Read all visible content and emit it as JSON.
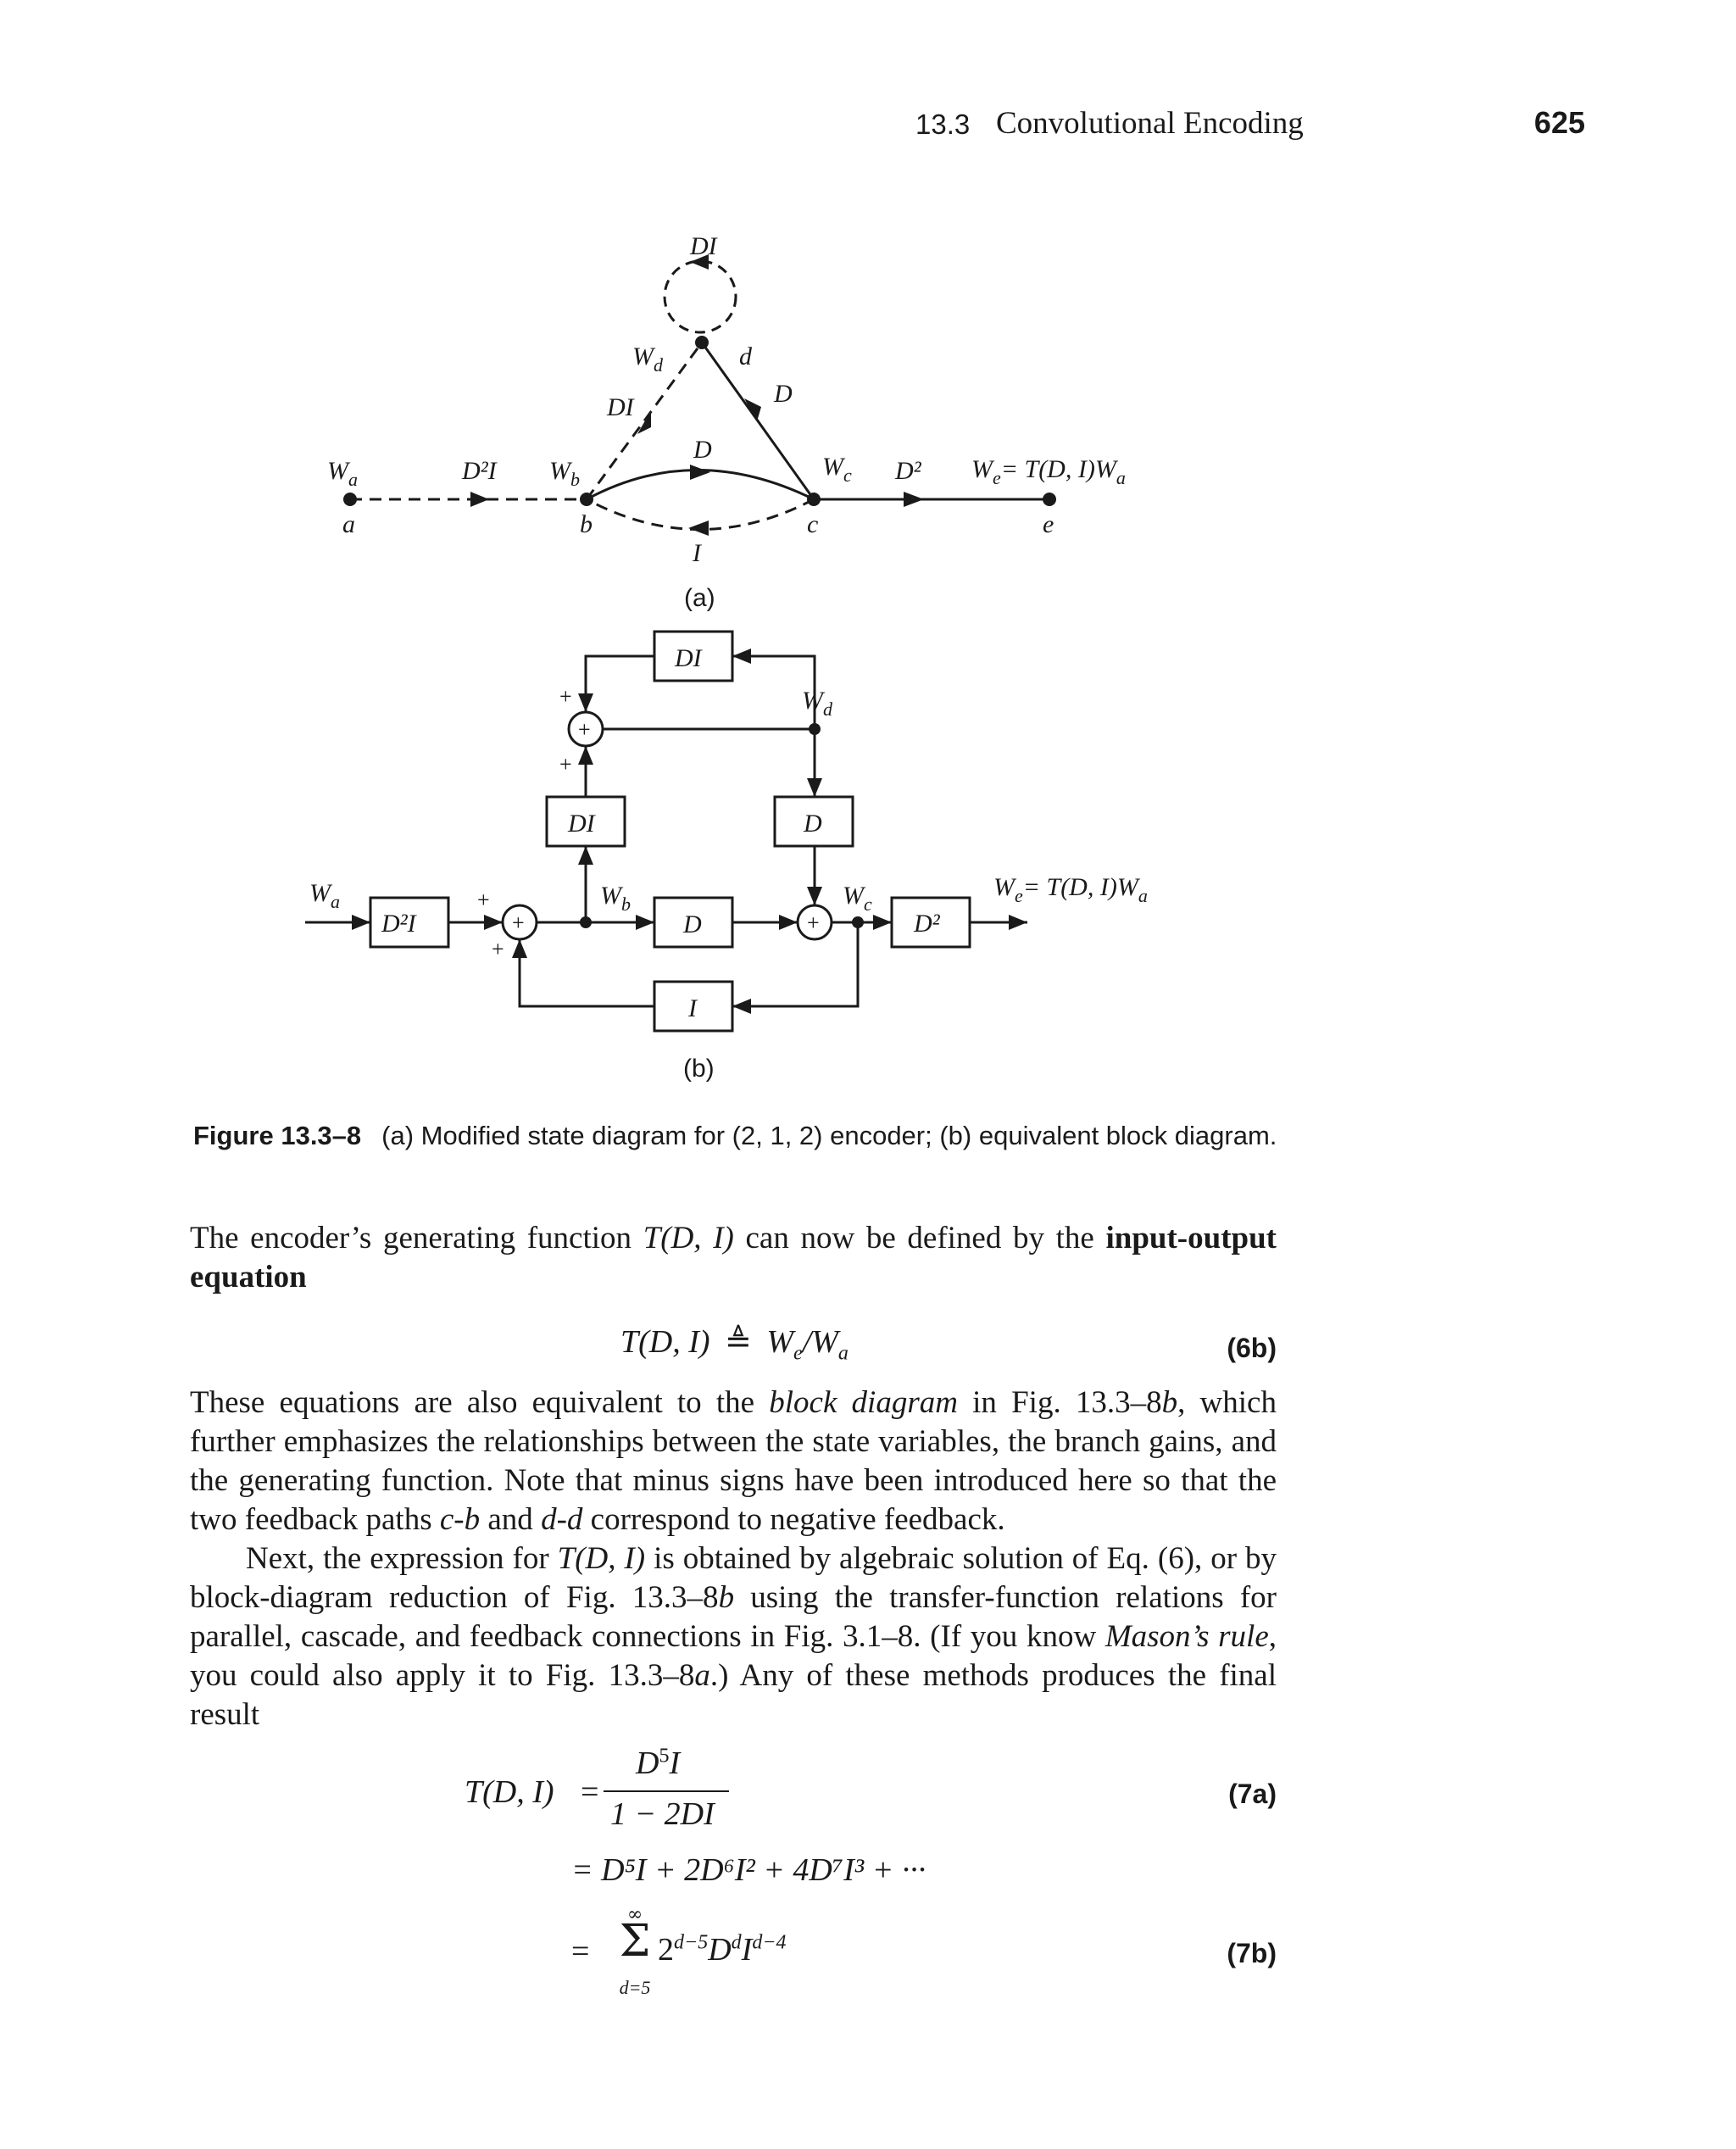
{
  "header": {
    "section_number": "13.3",
    "section_title": "Convolutional Encoding",
    "page_number": "625"
  },
  "figure": {
    "diagram_a": {
      "sublabel": "(a)",
      "nodes": {
        "a": "a",
        "b": "b",
        "c": "c",
        "e": "e",
        "d": "d"
      },
      "state_labels": {
        "Wa": "W",
        "Wa_sub": "a",
        "Wb": "W",
        "Wb_sub": "b",
        "Wc": "W",
        "Wc_sub": "c",
        "Wd": "W",
        "Wd_sub": "d",
        "We": "W",
        "We_sub": "e",
        "We_rhs": "= T(D, I)W",
        "We_rhs_sub": "a"
      },
      "gains": {
        "ab": "D²I",
        "bc": "D",
        "cb": "I",
        "bd": "DI",
        "dc": "D",
        "dd": "DI",
        "ce": "D²"
      }
    },
    "diagram_b": {
      "sublabel": "(b)",
      "blocks": {
        "in": "D²I",
        "fb_top": "DI",
        "b_to_d": "DI",
        "bc": "D",
        "dc": "D",
        "cb": "I",
        "out": "D²"
      },
      "sum_symbol": "+",
      "sign_plus": "+",
      "labels": {
        "Wa": "W",
        "Wa_sub": "a",
        "Wb": "W",
        "Wb_sub": "b",
        "Wc": "W",
        "Wc_sub": "c",
        "Wd": "W",
        "Wd_sub": "d",
        "We": "W",
        "We_sub": "e",
        "We_rhs": "= T(D, I)W",
        "We_rhs_sub": "a"
      }
    },
    "caption_label": "Figure 13.3–8",
    "caption_text": "(a) Modified state diagram for (2, 1, 2) encoder; (b) equivalent block diagram."
  },
  "body": {
    "p1_pre": "The encoder’s generating function ",
    "p1_fn": "T(D, I)",
    "p1_mid": " can now be defined by the ",
    "p1_bold": "input-output equation",
    "eq6b": {
      "lhs": "T(D, I)",
      "op": "≜",
      "rhs": "W",
      "rhs_sub1": "e",
      "slash": "/W",
      "rhs_sub2": "a",
      "number": "(6b)"
    },
    "p2_a": "These equations are also equivalent to the ",
    "p2_em1": "block diagram",
    "p2_b": " in Fig. 13.3–8",
    "p2_em2": "b",
    "p2_c": ", which further emphasizes the relationships between the state variables, the branch gains, and the generating function. Note that minus signs have been introduced here so that the two feedback paths ",
    "p2_em3": "c-b",
    "p2_d": " and ",
    "p2_em4": "d-d",
    "p2_e": " correspond to negative feedback.",
    "p3_a": "Next, the expression for ",
    "p3_em1": "T(D, I)",
    "p3_b": " is obtained by algebraic solution of Eq. (6), or by block-diagram reduction of Fig. 13.3–8",
    "p3_em2": "b",
    "p3_c": " using the transfer-function relations for parallel, cascade, and feedback connections in Fig. 3.1–8. (If you know ",
    "p3_em3": "Mason’s rule",
    "p3_d": ", you could also apply it to Fig. 13.3–8",
    "p3_em4": "a",
    "p3_e": ".) Any of these methods produces the final result",
    "eq7": {
      "lhs": "T(D, I)",
      "eq": "=",
      "num": "D",
      "num_sup": "5",
      "num_tail": "I",
      "den": "1 − 2DI",
      "line2": "= D⁵I + 2D⁶I² + 4D⁷I³ + ···",
      "sum_sym": "Σ",
      "sum_top": "∞",
      "sum_bot": "d=5",
      "sum_term": "2",
      "sum_term_sup": "d−5",
      "sum_term2": "D",
      "sum_term2_sup": "d",
      "sum_term3": "I",
      "sum_term3_sup": "d−4",
      "number_a": "(7a)",
      "number_b": "(7b)"
    }
  }
}
